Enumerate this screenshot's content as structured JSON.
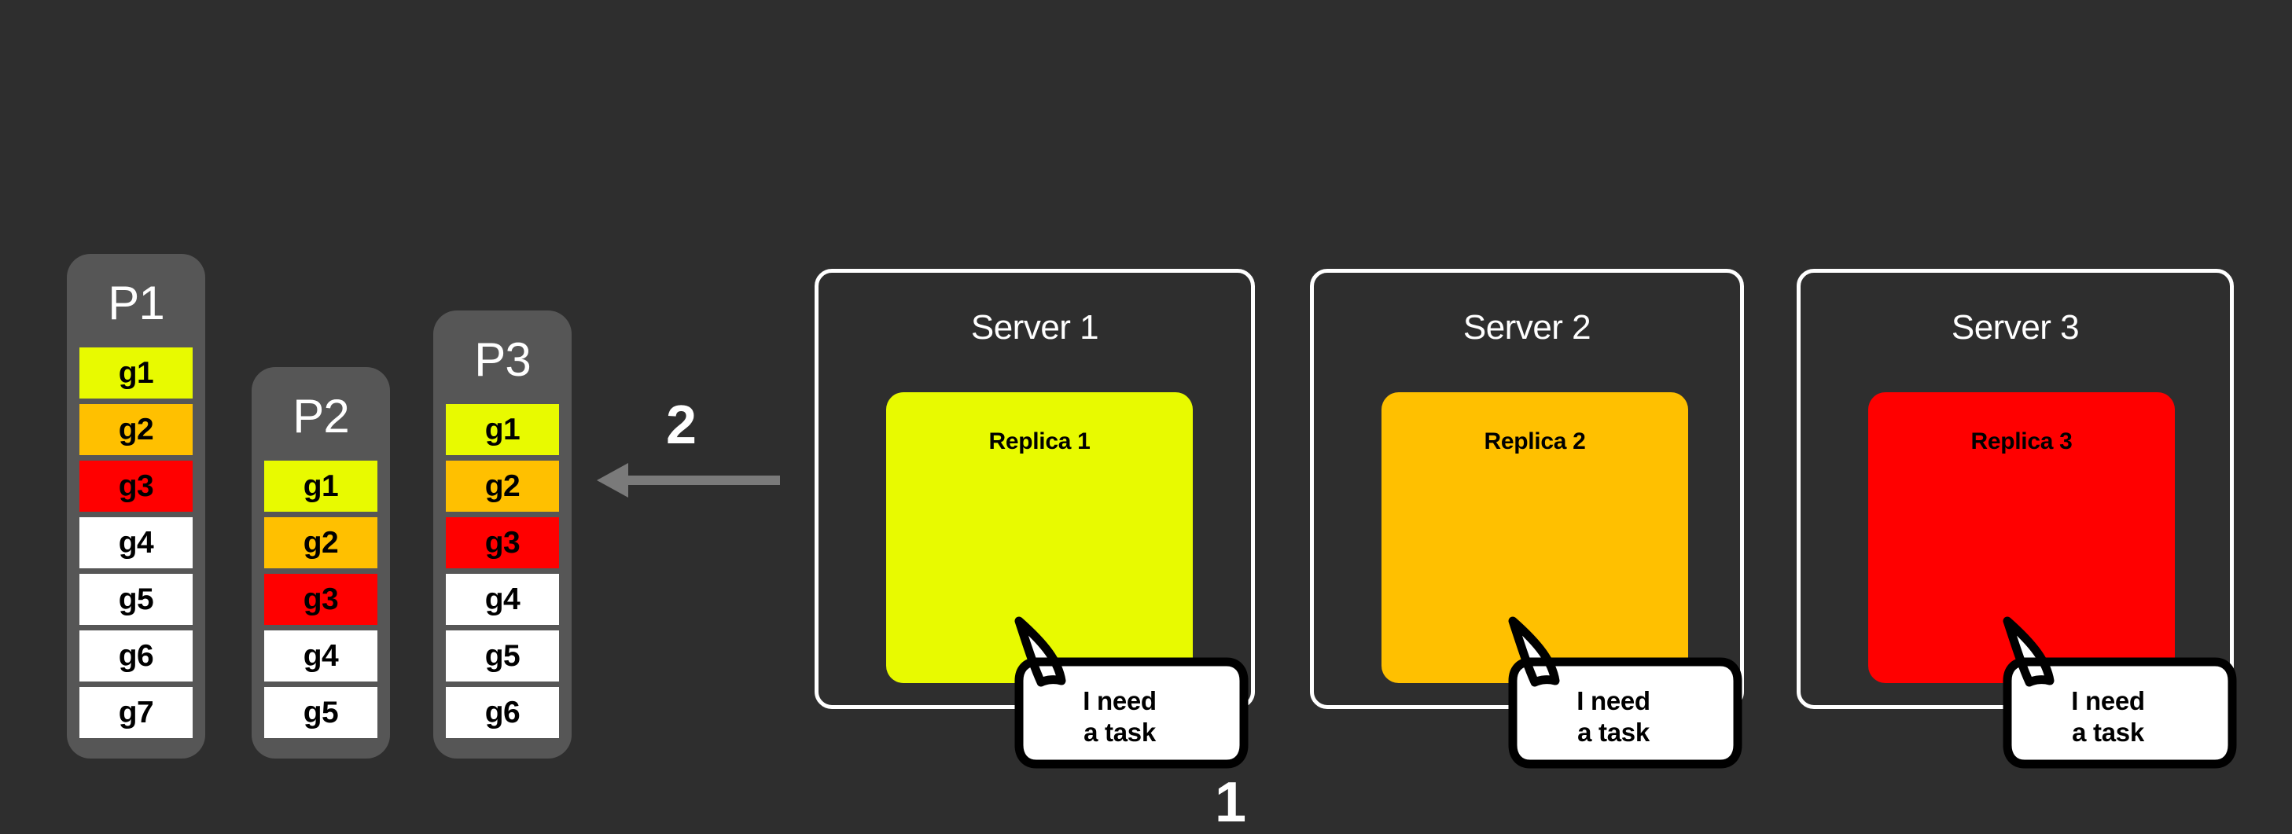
{
  "diagram": {
    "background_color": "#2e2e2e",
    "partition_color": "#565656",
    "steps": [
      {
        "id": "1",
        "label": "1"
      },
      {
        "id": "2",
        "label": "2"
      }
    ],
    "partitions": [
      {
        "title": "P1",
        "tasks": [
          {
            "label": "g1",
            "color": "#e8fa00"
          },
          {
            "label": "g2",
            "color": "#ffc000"
          },
          {
            "label": "g3",
            "color": "#ff0000"
          },
          {
            "label": "g4",
            "color": "#ffffff"
          },
          {
            "label": "g5",
            "color": "#ffffff"
          },
          {
            "label": "g6",
            "color": "#ffffff"
          },
          {
            "label": "g7",
            "color": "#ffffff"
          }
        ]
      },
      {
        "title": "P2",
        "tasks": [
          {
            "label": "g1",
            "color": "#e8fa00"
          },
          {
            "label": "g2",
            "color": "#ffc000"
          },
          {
            "label": "g3",
            "color": "#ff0000"
          },
          {
            "label": "g4",
            "color": "#ffffff"
          },
          {
            "label": "g5",
            "color": "#ffffff"
          }
        ]
      },
      {
        "title": "P3",
        "tasks": [
          {
            "label": "g1",
            "color": "#e8fa00"
          },
          {
            "label": "g2",
            "color": "#ffc000"
          },
          {
            "label": "g3",
            "color": "#ff0000"
          },
          {
            "label": "g4",
            "color": "#ffffff"
          },
          {
            "label": "g5",
            "color": "#ffffff"
          },
          {
            "label": "g6",
            "color": "#ffffff"
          }
        ]
      }
    ],
    "servers": [
      {
        "title": "Server 1",
        "replica": {
          "label": "Replica 1",
          "color": "#e8fa00"
        },
        "bubble": {
          "line1": "I need",
          "line2": "a task"
        }
      },
      {
        "title": "Server 2",
        "replica": {
          "label": "Replica 2",
          "color": "#ffc000"
        },
        "bubble": {
          "line1": "I need",
          "line2": "a task"
        }
      },
      {
        "title": "Server 3",
        "replica": {
          "label": "Replica 3",
          "color": "#ff0000"
        },
        "bubble": {
          "line1": "I need",
          "line2": "a task"
        }
      }
    ],
    "arrow": {
      "direction": "left",
      "color": "#7a7a7a"
    }
  }
}
